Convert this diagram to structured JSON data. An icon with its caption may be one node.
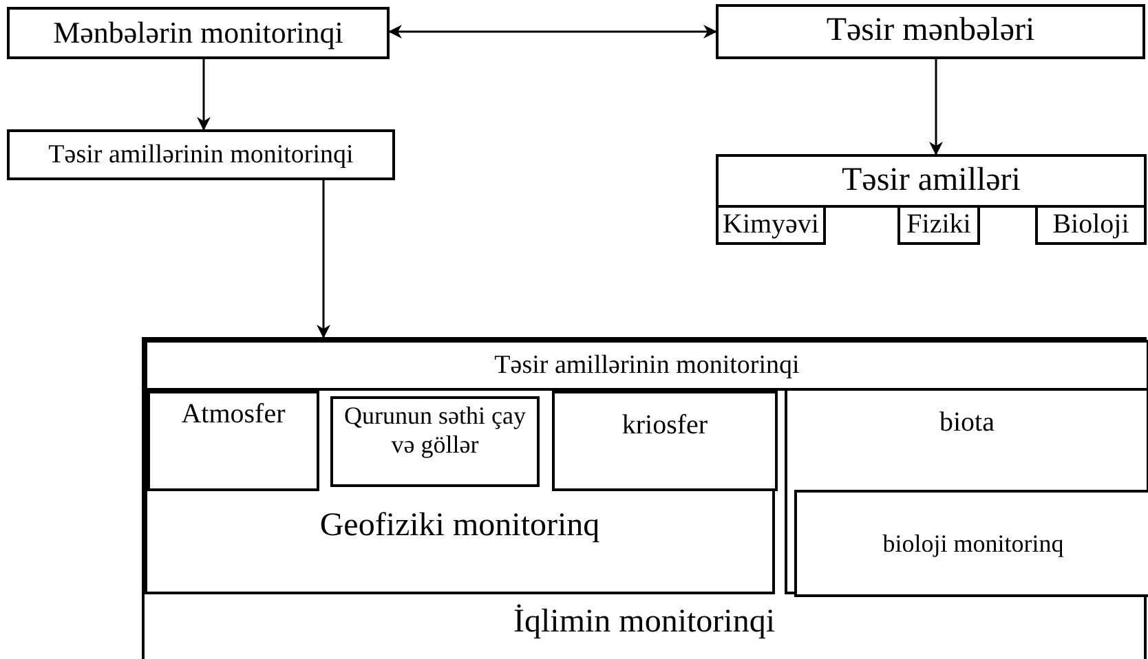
{
  "diagram": {
    "nodes": [
      {
        "text": [
          "Mənbələrin monitorinqi"
        ]
      },
      {
        "text": [
          "Təsir mənbələri"
        ]
      },
      {
        "text": [
          "Təsir amillərinin monitorinqi"
        ]
      },
      {
        "text": [
          "Təsir amilləri"
        ]
      },
      {
        "text": [
          "Kimyəvi"
        ]
      },
      {
        "text": [
          "Fiziki"
        ]
      },
      {
        "text": [
          "Bioloji"
        ]
      },
      {
        "text": [
          "İqlimin monitorinqi"
        ]
      },
      {
        "text": [
          "Təsir amillərinin monitorinqi"
        ],
        "in": 7
      },
      {
        "text": [
          "Geofiziki monitorinq"
        ],
        "in": 7
      },
      {
        "text": [
          "Atmosfer"
        ],
        "in": 9
      },
      {
        "text": [
          "Qurunun səthi çay və göllər"
        ],
        "in": 9
      },
      {
        "text": [
          "kriosfer"
        ],
        "in": 9
      },
      {
        "text": [
          "biota"
        ],
        "in": 7
      },
      {
        "text": [
          "bioloji monitorinq"
        ],
        "in": 13
      }
    ],
    "edges": [
      {
        "from": 0,
        "to": 1,
        "arrow": "both"
      },
      {
        "from": 0,
        "to": 2,
        "arrow": "to"
      },
      {
        "from": 1,
        "to": 3,
        "arrow": "to"
      },
      {
        "from": 2,
        "to": 8,
        "arrow": "to"
      }
    ]
  }
}
